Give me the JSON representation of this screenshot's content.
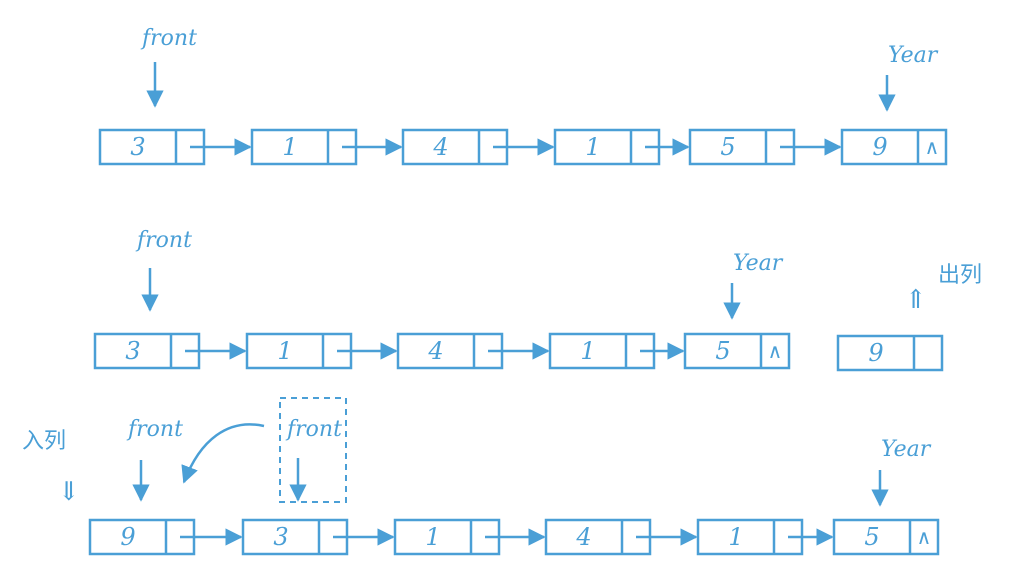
{
  "colors": {
    "ink": "#4a9fd6",
    "background": "#ffffff"
  },
  "rows": [
    {
      "id": "initial",
      "nodes": [
        {
          "value": "3",
          "next": ""
        },
        {
          "value": "1",
          "next": ""
        },
        {
          "value": "4",
          "next": ""
        },
        {
          "value": "1",
          "next": ""
        },
        {
          "value": "5",
          "next": ""
        },
        {
          "value": "9",
          "next": "∧"
        }
      ],
      "front_label": "front",
      "rear_label": "Year"
    },
    {
      "id": "dequeue",
      "nodes": [
        {
          "value": "3",
          "next": ""
        },
        {
          "value": "1",
          "next": ""
        },
        {
          "value": "4",
          "next": ""
        },
        {
          "value": "1",
          "next": ""
        },
        {
          "value": "5",
          "next": "∧"
        }
      ],
      "detached_node": {
        "value": "9",
        "next": ""
      },
      "front_label": "front",
      "rear_label": "Year",
      "annotation": "出列",
      "annotation_arrow": "⇑"
    },
    {
      "id": "enqueue",
      "nodes": [
        {
          "value": "9",
          "next": ""
        },
        {
          "value": "3",
          "next": ""
        },
        {
          "value": "1",
          "next": ""
        },
        {
          "value": "4",
          "next": ""
        },
        {
          "value": "1",
          "next": ""
        },
        {
          "value": "5",
          "next": "∧"
        }
      ],
      "front_label": "front",
      "old_front_label": "front",
      "rear_label": "Year",
      "annotation": "入列",
      "annotation_arrow": "⇓"
    }
  ]
}
